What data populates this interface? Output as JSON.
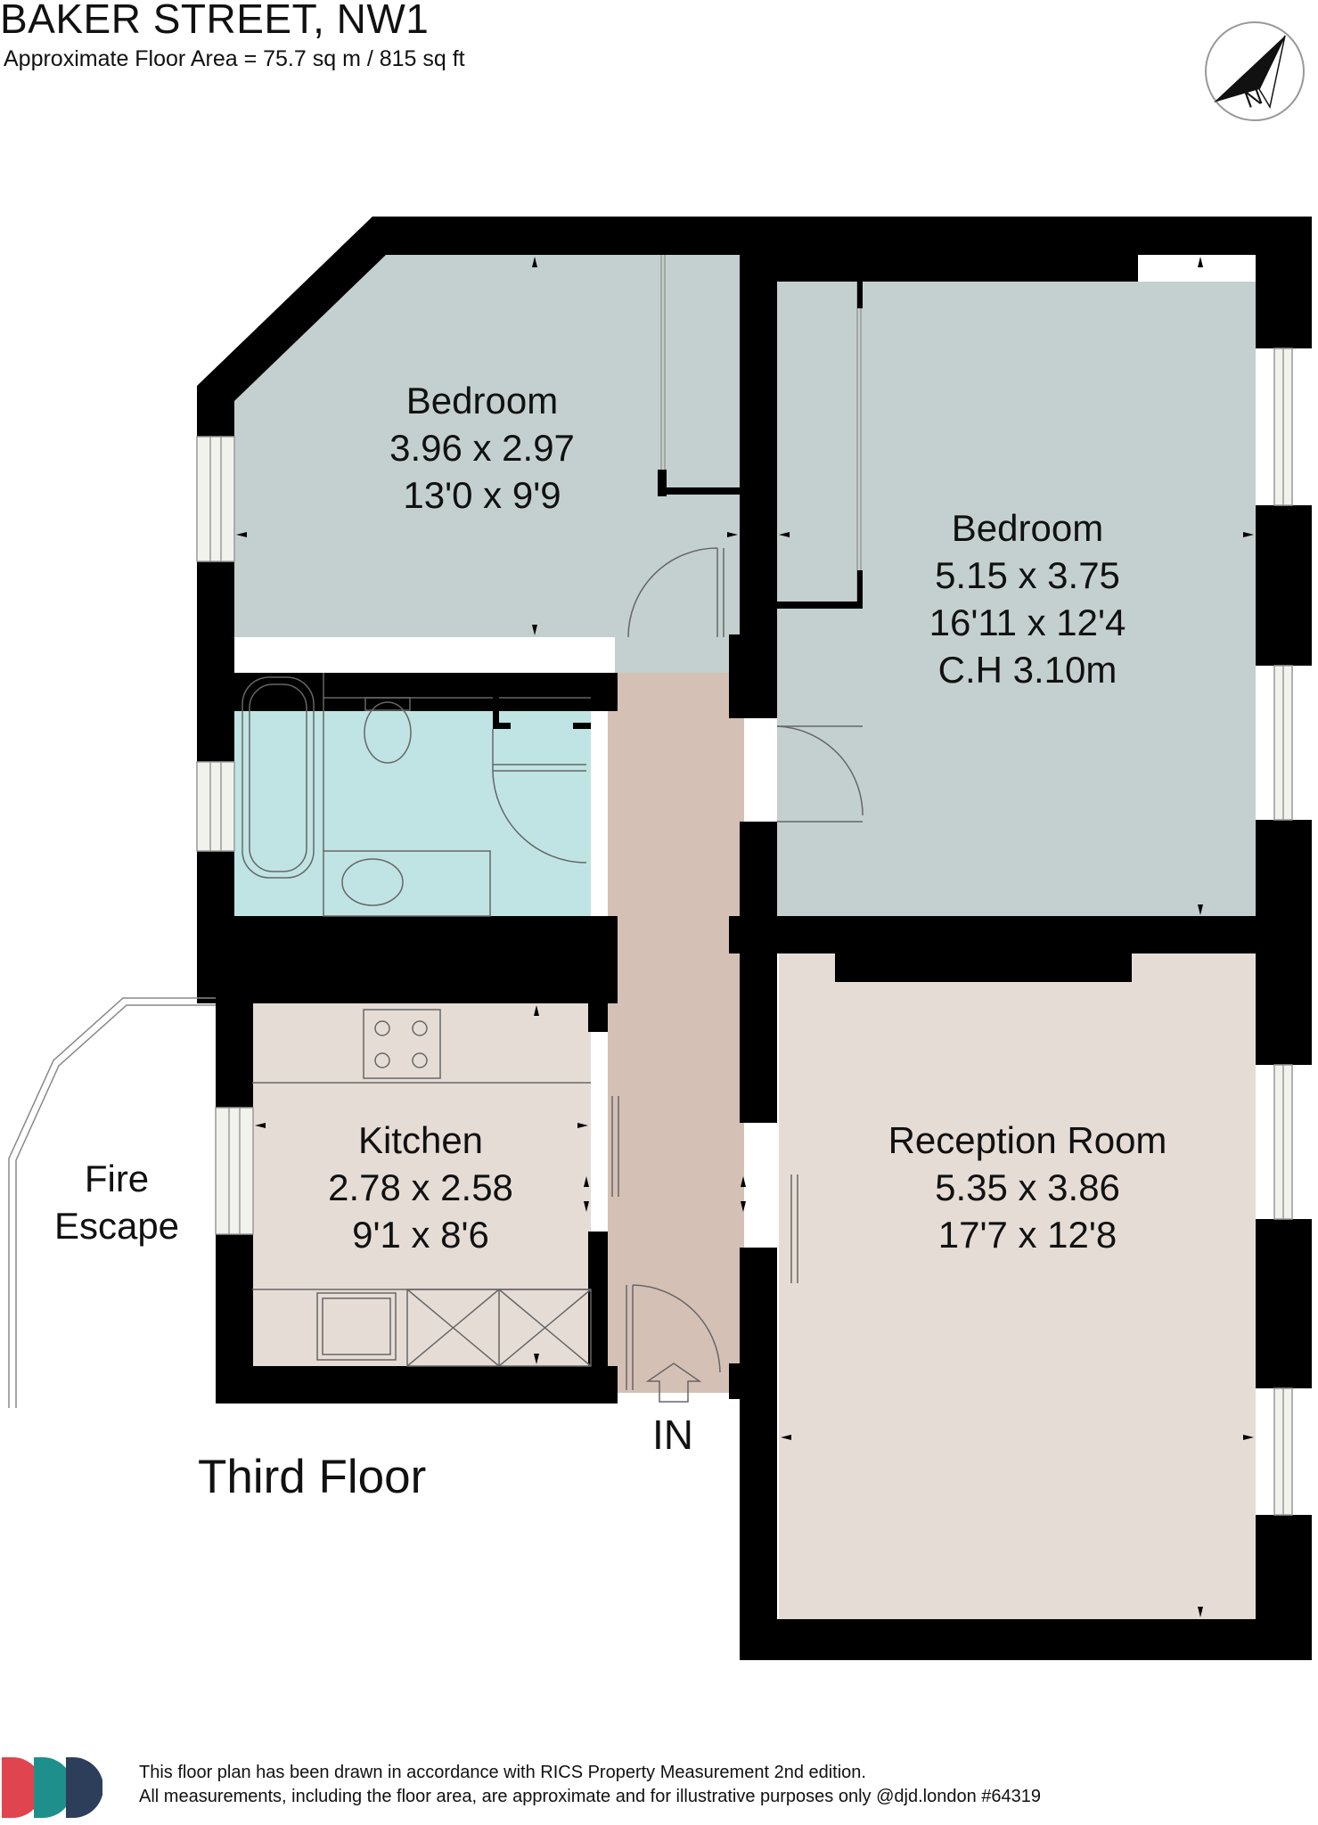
{
  "header": {
    "title": "BAKER STREET, NW1",
    "subtitle": "Approximate Floor Area = 75.7 sq m / 815 sq ft"
  },
  "compass": {
    "letter": "N"
  },
  "rooms": {
    "bedroom1": {
      "name": "Bedroom",
      "metric": "3.96 x 2.97",
      "imperial": "13'0 x 9'9"
    },
    "bedroom2": {
      "name": "Bedroom",
      "metric": "5.15 x 3.75",
      "imperial": "16'11 x 12'4",
      "ceiling": "C.H 3.10m"
    },
    "kitchen": {
      "name": "Kitchen",
      "metric": "2.78 x 2.58",
      "imperial": "9'1 x 8'6"
    },
    "reception": {
      "name": "Reception Room",
      "metric": "5.35 x 3.86",
      "imperial": "17'7 x 12'8"
    }
  },
  "fire_escape": {
    "line1": "Fire",
    "line2": "Escape"
  },
  "entrance": {
    "label": "IN"
  },
  "floor": {
    "label": "Third Floor"
  },
  "footer": {
    "line1": "This floor plan has been drawn in accordance with RICS Property Measurement 2nd edition.",
    "line2": "All measurements, including the floor area, are approximate and for illustrative purposes only @djd.london #64319"
  },
  "colors": {
    "wall": "#000000",
    "bedroom_fill": "#c3d0cf",
    "bathroom_fill": "#bfe4e3",
    "reception_fill": "#e6dcd6",
    "hall_fill": "#d5c0b5",
    "logo_red": "#e0444f",
    "logo_teal": "#1f8f8c",
    "logo_navy": "#2c3e5a"
  }
}
